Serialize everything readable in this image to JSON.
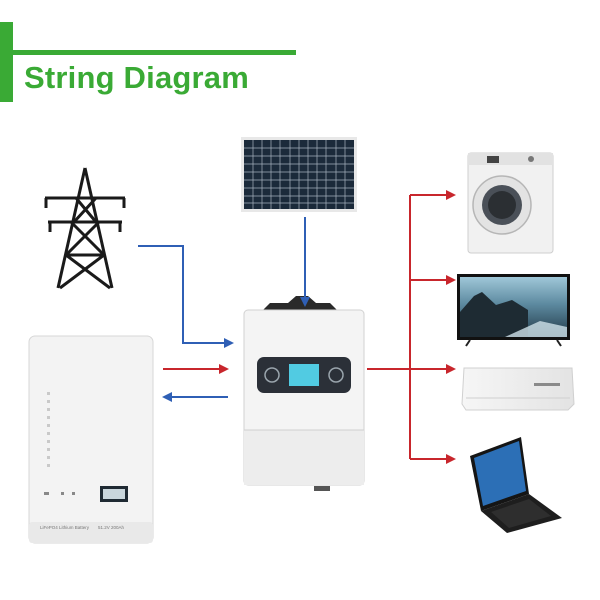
{
  "title": "String Diagram",
  "colors": {
    "accent": "#3aaa35",
    "arrow_blue": "#2f5fb5",
    "arrow_red": "#c8262c"
  },
  "components": {
    "grid": "power-tower-icon",
    "solar": "solar-panel-icon",
    "inverter": "hybrid-inverter",
    "battery": "lithium-battery-pack",
    "loads": [
      "washing-machine-icon",
      "television-icon",
      "air-conditioner-icon",
      "laptop-icon"
    ]
  },
  "battery_label": {
    "line1": "LiFePO4 Lithium Battery",
    "line2": "51.2V 200Ah"
  }
}
